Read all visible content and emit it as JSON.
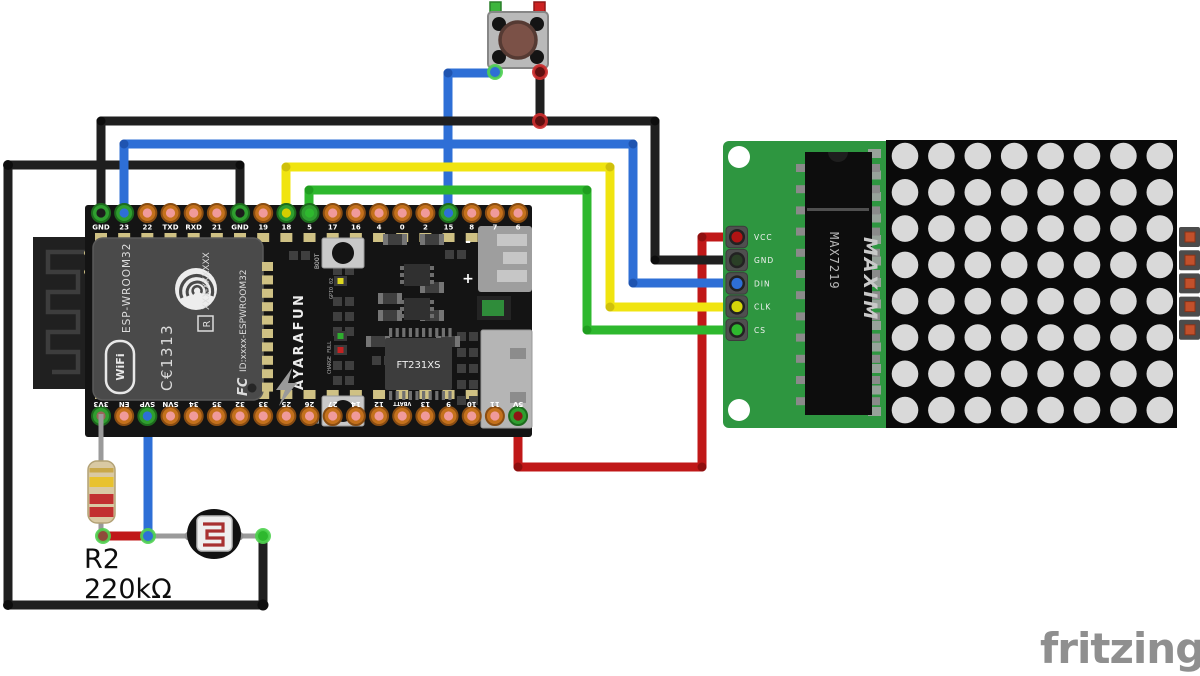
{
  "diagram": {
    "tool_watermark": "fritzing",
    "watermark_color": "#8f8f8f"
  },
  "colors": {
    "wire_black": "#1f1f1f",
    "wire_blue": "#2e6fd6",
    "wire_yellow": "#f0e410",
    "wire_green": "#2eb82e",
    "wire_red": "#c01818",
    "lead_gray": "#9a9a9a",
    "pcb_green": "#2e9640",
    "board_black": "#141414",
    "module_gray": "#4a4a4a",
    "matrix_dot": "#d9d9d9",
    "pad_gold": "#cfc184"
  },
  "esp32": {
    "top_pins": [
      "GND",
      "23",
      "22",
      "TXD",
      "RXD",
      "21",
      "GND",
      "19",
      "18",
      "5",
      "17",
      "16",
      "4",
      "0",
      "2",
      "15",
      "8",
      "7",
      "6"
    ],
    "bottom_pins": [
      "3V3",
      "EN",
      "SVP",
      "SVN",
      "34",
      "35",
      "32",
      "33",
      "25",
      "26",
      "27",
      "14",
      "12",
      "VBATT",
      "13",
      "9",
      "10",
      "11",
      "5V"
    ],
    "top_wired": {
      "0": "#1c1c1c",
      "1": "#2e6fd6",
      "6": "#1c1c1c",
      "8": "#d6ce00",
      "9": "#2eb82e",
      "15": "#2e6fd6"
    },
    "bottom_wired": {
      "0": "#9a655a",
      "2": "#2e6fd6",
      "18": "#8f1414"
    },
    "module": {
      "wifi": "WiFi",
      "model": "ESP-WROOM32",
      "ce": "C€1313",
      "r_mark": "R",
      "r_code": "XXX-XXXXXX",
      "fcc_mark": "FC",
      "fcc_id": "ID:xxxx-ESPWROOM32"
    },
    "silkscreen": {
      "boot": "BOOT",
      "en": "EN",
      "brand": "AYARAFUN",
      "gpio": "GPIO 02",
      "charge": "CHARGE FULL",
      "chip": "FT231XS",
      "minus": "-",
      "plus": "+"
    }
  },
  "matrix": {
    "pins": [
      "VCC",
      "GND",
      "DIN",
      "CLK",
      "CS"
    ],
    "pin_hole_colors": [
      "#b01414",
      "#2a3f26",
      "#2e6fd6",
      "#d6d60a",
      "#2eb82e"
    ],
    "chip_brand": "MAXIM",
    "chip_model": "MAX7219",
    "rows": 8,
    "cols": 8
  },
  "resistor": {
    "name": "R2",
    "value": "220kΩ",
    "bands": [
      "gold",
      "yellow",
      "red",
      "red"
    ]
  },
  "photoresistor": {
    "type": "LDR"
  },
  "pushbutton": {
    "type": "momentary tactile switch"
  },
  "connections": [
    {
      "from": "ESP32 GND",
      "to": "MAX7219 GND",
      "color": "black"
    },
    {
      "from": "ESP32 23",
      "to": "MAX7219 DIN",
      "color": "blue"
    },
    {
      "from": "ESP32 18",
      "to": "MAX7219 CLK",
      "color": "yellow"
    },
    {
      "from": "ESP32 5",
      "to": "MAX7219 CS",
      "color": "green"
    },
    {
      "from": "ESP32 5V",
      "to": "MAX7219 VCC",
      "color": "red"
    },
    {
      "from": "ESP32 15",
      "to": "pushbutton",
      "color": "blue"
    },
    {
      "from": "pushbutton",
      "to": "GND bus",
      "color": "black"
    },
    {
      "from": "ESP32 GND",
      "to": "photoresistor",
      "color": "black"
    },
    {
      "from": "ESP32 3V3",
      "to": "resistor R2",
      "color": "lead"
    },
    {
      "from": "ESP32 SVP",
      "to": "R2 / LDR junction",
      "color": "blue"
    }
  ]
}
